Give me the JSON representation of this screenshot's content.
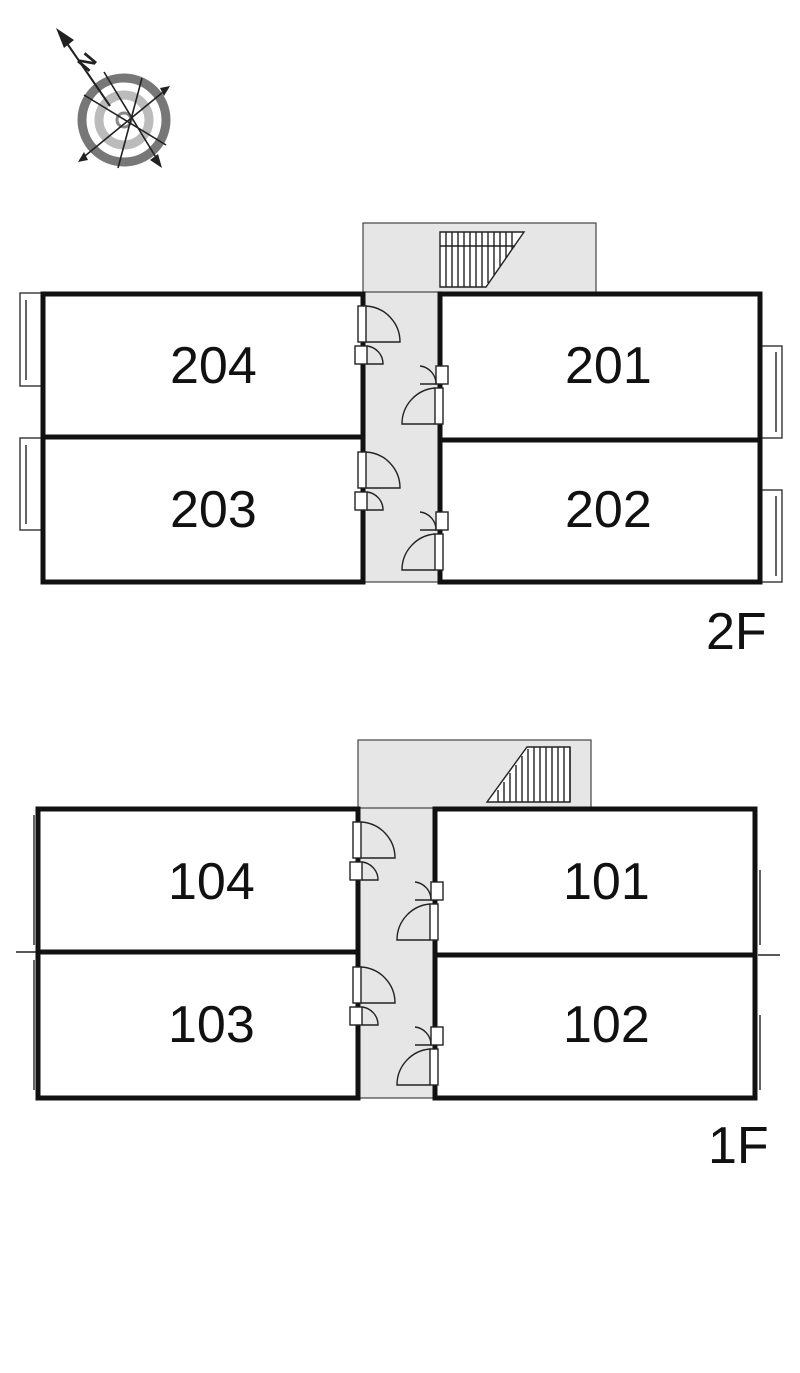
{
  "compass": {
    "north_label": "N",
    "icon": "north-compass-icon"
  },
  "floors": [
    {
      "id": "2F",
      "label": "2F",
      "units": [
        {
          "id": "204",
          "label": "204"
        },
        {
          "id": "203",
          "label": "203"
        },
        {
          "id": "201",
          "label": "201"
        },
        {
          "id": "202",
          "label": "202"
        }
      ]
    },
    {
      "id": "1F",
      "label": "1F",
      "units": [
        {
          "id": "104",
          "label": "104"
        },
        {
          "id": "103",
          "label": "103"
        },
        {
          "id": "101",
          "label": "101"
        },
        {
          "id": "102",
          "label": "102"
        }
      ]
    }
  ],
  "colors": {
    "wall": "#111111",
    "corridor": "#e6e6e6",
    "background": "#ffffff"
  }
}
